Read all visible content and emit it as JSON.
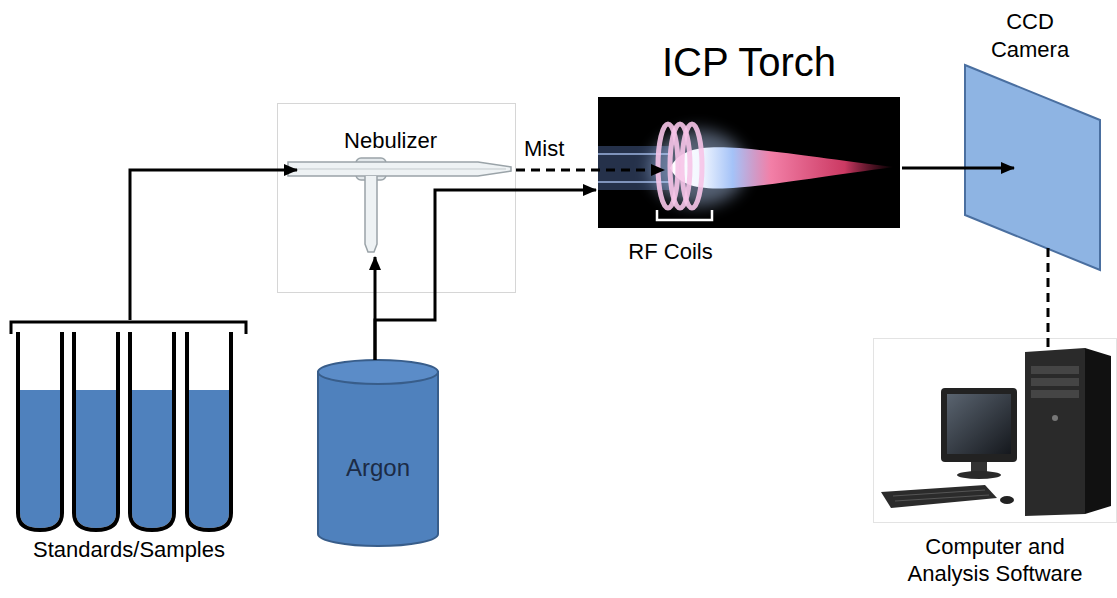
{
  "diagram": {
    "nodes": [
      {
        "text": [
          "Nebulizer"
        ]
      },
      {
        "text": [
          "ICP Torch"
        ]
      },
      {
        "text": [
          "CCD Camera"
        ]
      },
      {
        "text": [
          "Standards/Samples"
        ]
      },
      {
        "text": [
          "Argon"
        ]
      },
      {
        "text": [
          "Computer and Analysis Software"
        ]
      }
    ],
    "edges": [
      {
        "from": 3,
        "to": 0,
        "arrow": "to"
      },
      {
        "from": 4,
        "to": 0,
        "arrow": "to"
      },
      {
        "from": 4,
        "to": 1,
        "arrow": "to"
      },
      {
        "from": 0,
        "to": 1,
        "arrow": "to",
        "label": "Mist"
      },
      {
        "from": 1,
        "to": 2,
        "arrow": "to"
      },
      {
        "from": 2,
        "to": 5,
        "arrow": "none"
      }
    ],
    "labels": [
      "RF Coils"
    ]
  }
}
